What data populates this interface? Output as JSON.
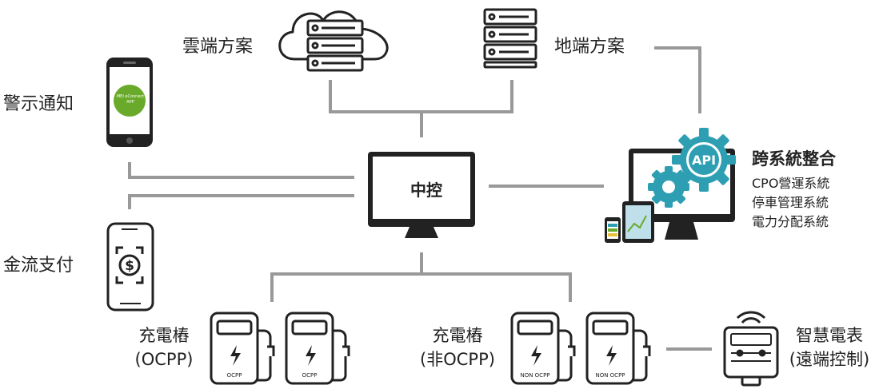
{
  "labels": {
    "cloud": "雲端方案",
    "onprem": "地端方案",
    "alert": "警示通知",
    "payment": "金流支付",
    "central": "中控",
    "api_badge": "API",
    "integration_title": "跨系統整合",
    "integration_items": [
      "CPO營運系統",
      "停車管理系統",
      "電力分配系統"
    ],
    "charger_ocpp_line1": "充電樁",
    "charger_ocpp_line2": "(OCPP)",
    "charger_non_line1": "充電樁",
    "charger_non_line2": "(非OCPP)",
    "meter_line1": "智慧電表",
    "meter_line2": "(遠端控制)",
    "ocpp_tag": "OCPP",
    "non_ocpp_tag": "NON OCPP",
    "app_text": "MEI eConnect APP",
    "dollar": "$"
  },
  "colors": {
    "line": "#999999",
    "dark": "#222222",
    "teal": "#2e9fb3",
    "green": "#6aaa2a"
  }
}
